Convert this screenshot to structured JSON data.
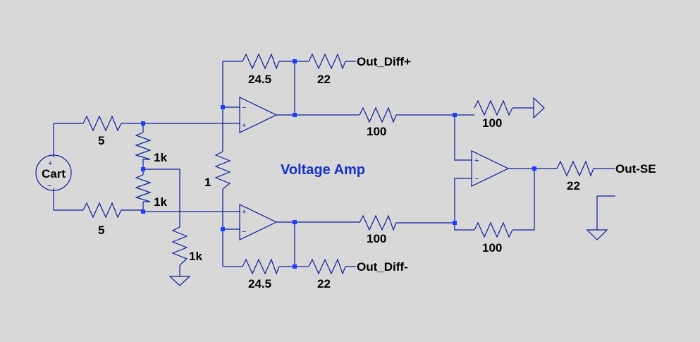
{
  "diagram": {
    "title": "Voltage Amp",
    "source_label": "Cart",
    "resistors": {
      "r_src_top": "5",
      "r_src_bot": "5",
      "r_div_top": "1k",
      "r_div_bot": "1k",
      "r_gnd": "1k",
      "r_gain": "1",
      "r_fb_top": "24.5",
      "r_fb_bot": "24.5",
      "r_out_top": "22",
      "r_out_bot": "22",
      "r_in_top": "100",
      "r_in_bot": "100",
      "r_ref": "100",
      "r_fb_diff": "100",
      "r_se": "22"
    },
    "nets": {
      "out_diff_pos": "Out_Diff+",
      "out_diff_neg": "Out_Diff-",
      "out_se": "Out-SE"
    },
    "symbols": {
      "plus": "+",
      "minus": "−"
    }
  }
}
